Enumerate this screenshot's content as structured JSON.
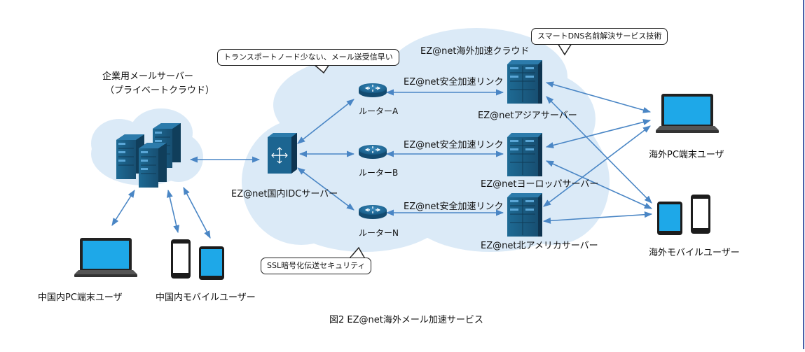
{
  "diagram": {
    "caption": "図2 EZ@net海外メール加速サービス",
    "cloud_label": "EZ@net海外加速クラウド",
    "callouts": {
      "transport": "トランスポートノード少ない、メール送受信早い",
      "dns": "スマートDNS名前解決サービス技術",
      "ssl": "SSL暗号化伝送セキュリティ"
    },
    "nodes": {
      "mail_server": "企業用メールサーバー",
      "mail_server_sub": "（プライベートクラウド）",
      "idc_server": "EZ@net国内IDCサーバー",
      "router_a": "ルーターA",
      "router_b": "ルーターB",
      "router_n": "ルーターN",
      "asia_server": "EZ@netアジアサーバー",
      "europe_server": "EZ@netヨーロッパサーバー",
      "na_server": "EZ@net北アメリカサーバー",
      "overseas_pc": "海外PC端末ユーザ",
      "overseas_mobile": "海外モバイルユーザー",
      "domestic_pc": "中国内PC端末ユーザ",
      "domestic_mobile": "中国内モバイルユーザー"
    },
    "links": {
      "link_a": "EZ@net安全加速リンク",
      "link_b": "EZ@net安全加速リンク",
      "link_n": "EZ@net安全加速リンク"
    },
    "colors": {
      "cloud": "#dbeaf7",
      "arrow": "#4a86c5",
      "device": "#1f5f86",
      "screen": "#1ea8e8"
    }
  }
}
